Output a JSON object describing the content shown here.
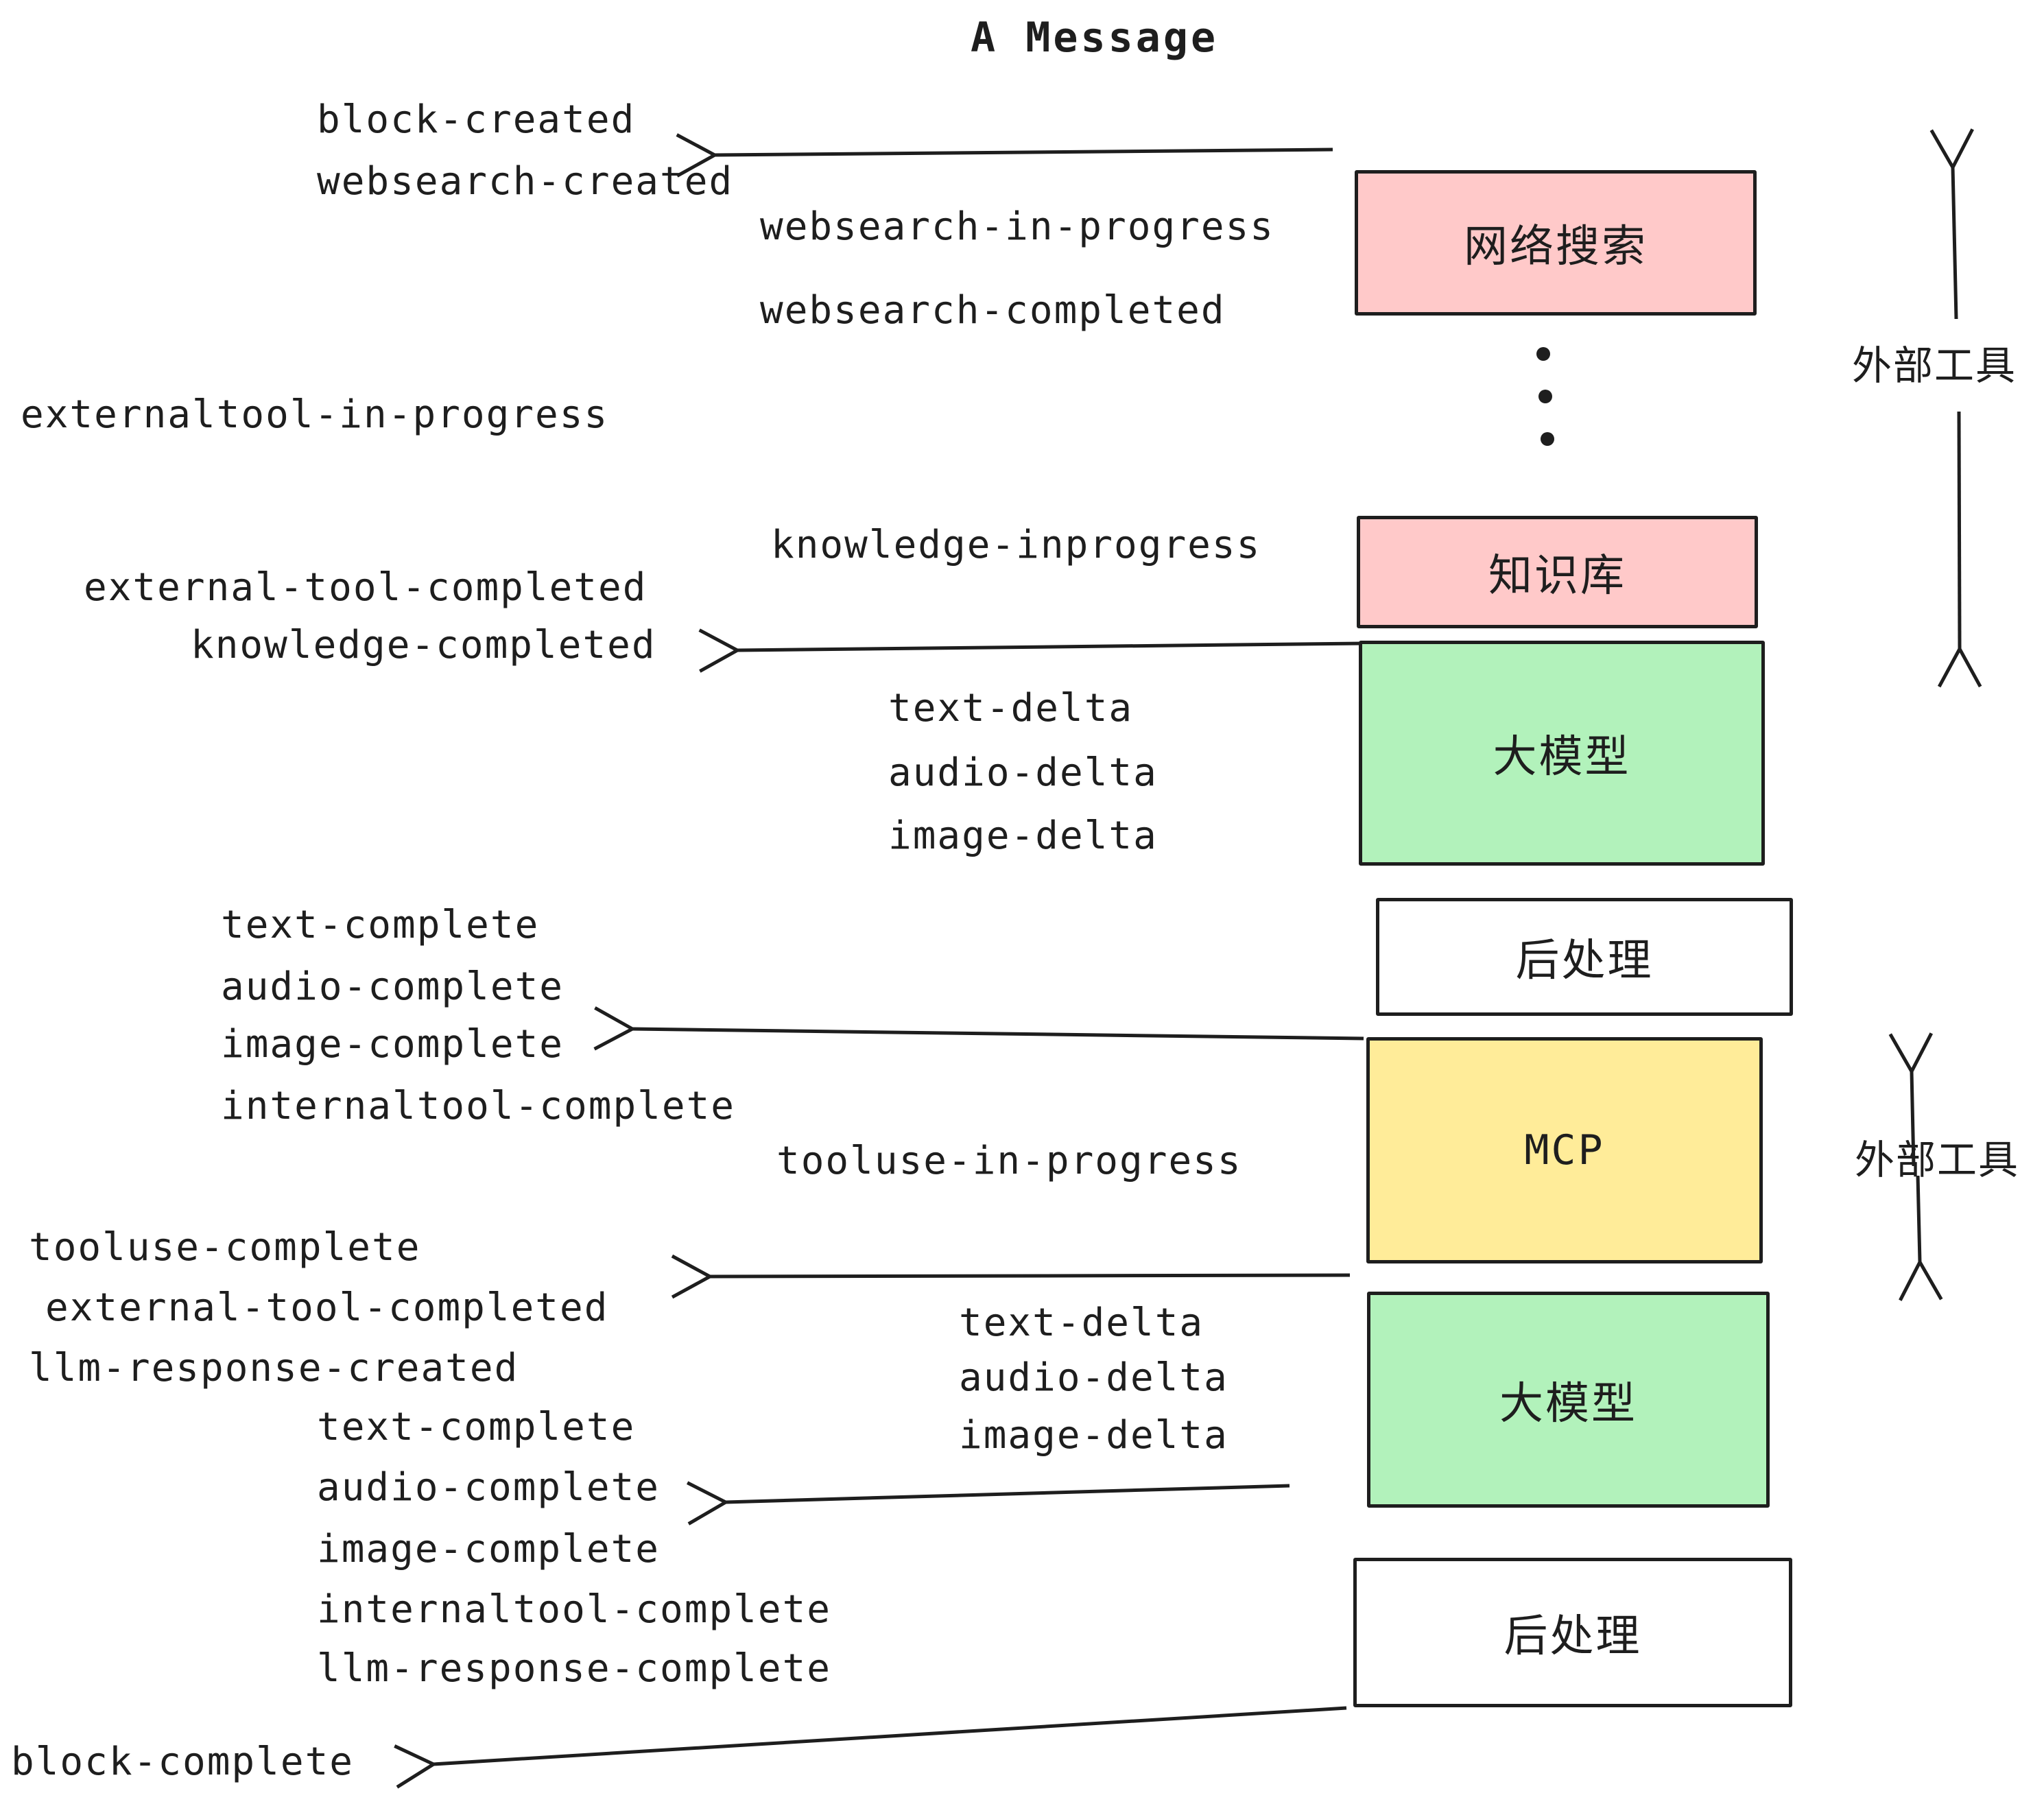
{
  "title": "A Message",
  "colors": {
    "stroke": "#1e1e1e",
    "pink": "#ffc9c9",
    "green": "#b2f2bb",
    "yellow": "#ffec99",
    "white": "#ffffff"
  },
  "boxes": {
    "websearch": {
      "label": "网络搜索",
      "fill": "#ffc9c9"
    },
    "knowledge": {
      "label": "知识库",
      "fill": "#ffc9c9"
    },
    "llm1": {
      "label": "大模型",
      "fill": "#b2f2bb"
    },
    "post1": {
      "label": "后处理",
      "fill": "#ffffff"
    },
    "mcp": {
      "label": "MCP",
      "fill": "#ffec99"
    },
    "llm2": {
      "label": "大模型",
      "fill": "#b2f2bb"
    },
    "post2": {
      "label": "后处理",
      "fill": "#ffffff"
    }
  },
  "side_labels": {
    "external_tools_top": "外部工具",
    "external_tools_mid": "外部工具"
  },
  "events": {
    "block_created": "block-created",
    "websearch_created": "websearch-created",
    "websearch_in_progress": "websearch-in-progress",
    "websearch_completed": "websearch-completed",
    "externaltool_in_progress": "externaltool-in-progress",
    "knowledge_inprogress": "knowledge-inprogress",
    "external_tool_completed": "external-tool-completed",
    "knowledge_completed": "knowledge-completed",
    "text_delta_1": "text-delta",
    "audio_delta_1": "audio-delta",
    "image_delta_1": "image-delta",
    "text_complete_1": "text-complete",
    "audio_complete_1": "audio-complete",
    "image_complete_1": "image-complete",
    "internaltool_complete_1": "internaltool-complete",
    "tooluse_in_progress": "tooluse-in-progress",
    "tooluse_complete": "tooluse-complete",
    "external_tool_completed_2": "external-tool-completed",
    "llm_response_created": "llm-response-created",
    "text_complete_2": "text-complete",
    "audio_complete_2": "audio-complete",
    "text_delta_2": "text-delta",
    "audio_delta_2": "audio-delta",
    "image_delta_2": "image-delta",
    "image_complete_2": "image-complete",
    "internaltool_complete_2": "internaltool-complete",
    "llm_response_complete": "llm-response-complete",
    "block_complete": "block-complete"
  }
}
